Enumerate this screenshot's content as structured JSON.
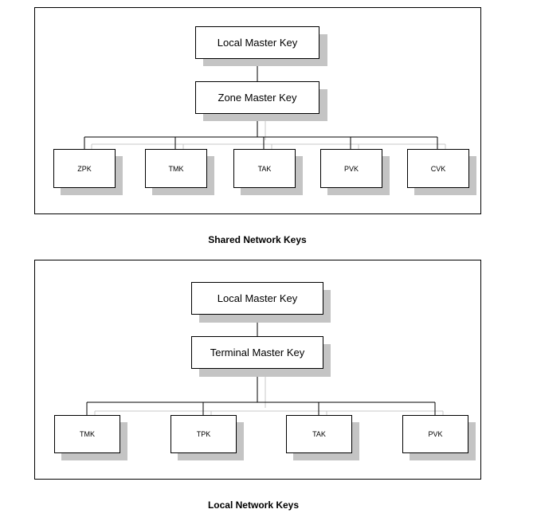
{
  "diagrams": [
    {
      "caption": "Shared Network Keys",
      "root": "Local Master Key",
      "middle": "Zone Master Key",
      "leaves": [
        "ZPK",
        "TMK",
        "TAK",
        "PVK",
        "CVK"
      ]
    },
    {
      "caption": "Local Network Keys",
      "root": "Local Master Key",
      "middle": "Terminal Master Key",
      "leaves": [
        "TMK",
        "TPK",
        "TAK",
        "PVK"
      ]
    }
  ]
}
